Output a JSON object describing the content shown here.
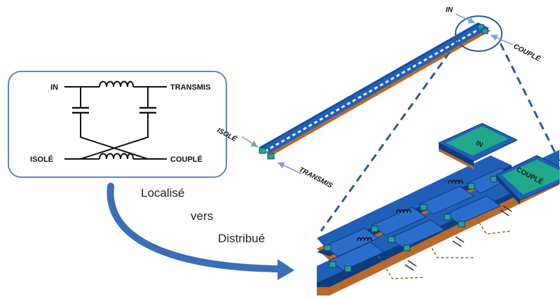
{
  "schematic": {
    "port_in": "IN",
    "port_transmis": "TRANSMIS",
    "port_isole": "ISOLÉ",
    "port_couple": "COUPLÉ"
  },
  "layout_labels": {
    "in": "IN",
    "couple": "COUPLÉ",
    "isole": "ISOLÉ",
    "transmis": "TRANSMIS"
  },
  "zoom_pads": {
    "in": "IN",
    "couple": "COUPLÉ"
  },
  "transition": {
    "line1": "Localisé",
    "line2": "vers",
    "line3": "Distribué"
  },
  "colors": {
    "box_border": "#5b87c6",
    "arrow_blue": "#3a6fb5",
    "metal_blue": "#1f5fb8",
    "metal_dark": "#0f3c80",
    "substrate_brown": "#b8692b",
    "pad_green": "#1fa98a",
    "dashed_line": "#2f5a8f",
    "capacitor_dash": "#8a6a3c"
  },
  "icons": [
    "inductor-coil",
    "capacitor",
    "arrow",
    "zoom-circle"
  ]
}
